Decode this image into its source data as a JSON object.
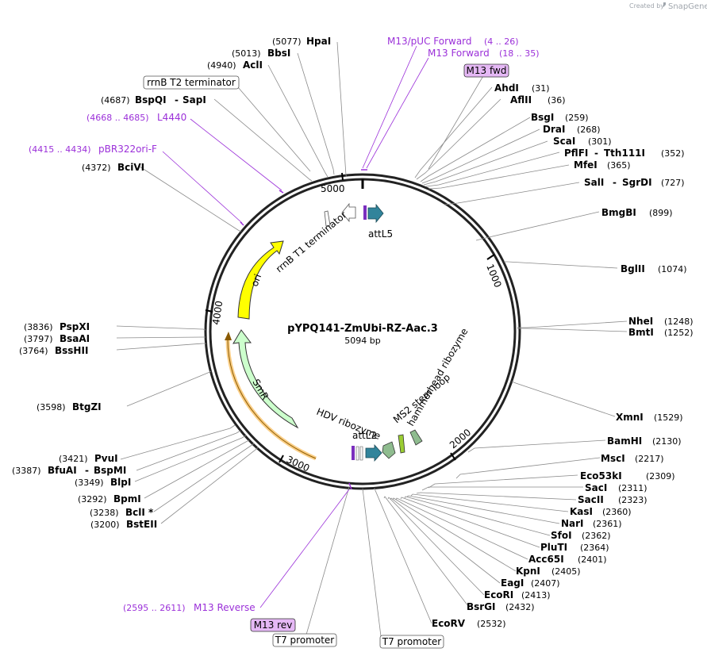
{
  "credit": {
    "created_by": "Created by",
    "brand": "SnapGene"
  },
  "plasmid": {
    "name": "pYPQ141-ZmUbi-RZ-Aac.3",
    "length_label": "5094 bp"
  },
  "ticks": [
    "1000",
    "2000",
    "3000",
    "4000",
    "5000"
  ],
  "enzymes": [
    {
      "name": "HpaI",
      "pos": "(5077)"
    },
    {
      "name": "BbsI",
      "pos": "(5013)"
    },
    {
      "name": "AclI",
      "pos": "(4940)"
    },
    {
      "name": "BspQI",
      "name2": "SapI",
      "pos": "(4687)"
    },
    {
      "name": "BciVI",
      "pos": "(4372)"
    },
    {
      "name": "AhdI",
      "pos": "(31)"
    },
    {
      "name": "AflII",
      "pos": "(36)"
    },
    {
      "name": "BsgI",
      "pos": "(259)"
    },
    {
      "name": "DraI",
      "pos": "(268)"
    },
    {
      "name": "ScaI",
      "pos": "(301)"
    },
    {
      "name": "PflFI",
      "name2": "Tth111I",
      "pos": "(352)"
    },
    {
      "name": "MfeI",
      "pos": "(365)"
    },
    {
      "name": "SalI",
      "name2": "SgrDI",
      "pos": "(727)"
    },
    {
      "name": "BmgBI",
      "pos": "(899)"
    },
    {
      "name": "BglII",
      "pos": "(1074)"
    },
    {
      "name": "NheI",
      "pos": "(1248)"
    },
    {
      "name": "BmtI",
      "pos": "(1252)"
    },
    {
      "name": "XmnI",
      "pos": "(1529)"
    },
    {
      "name": "BamHI",
      "pos": "(2130)"
    },
    {
      "name": "MscI",
      "pos": "(2217)"
    },
    {
      "name": "Eco53kI",
      "pos": "(2309)"
    },
    {
      "name": "SacI",
      "pos": "(2311)"
    },
    {
      "name": "SacII",
      "pos": "(2323)"
    },
    {
      "name": "KasI",
      "pos": "(2360)"
    },
    {
      "name": "NarI",
      "pos": "(2361)"
    },
    {
      "name": "SfoI",
      "pos": "(2362)"
    },
    {
      "name": "PluTI",
      "pos": "(2364)"
    },
    {
      "name": "Acc65I",
      "pos": "(2401)"
    },
    {
      "name": "KpnI",
      "pos": "(2405)"
    },
    {
      "name": "EagI",
      "pos": "(2407)"
    },
    {
      "name": "EcoRI",
      "pos": "(2413)"
    },
    {
      "name": "BsrGI",
      "pos": "(2432)"
    },
    {
      "name": "EcoRV",
      "pos": "(2532)"
    },
    {
      "name": "PspXI",
      "pos": "(3836)"
    },
    {
      "name": "BsaAI",
      "pos": "(3797)"
    },
    {
      "name": "BssHII",
      "pos": "(3764)"
    },
    {
      "name": "BtgZI",
      "pos": "(3598)"
    },
    {
      "name": "PvuI",
      "pos": "(3421)"
    },
    {
      "name": "BfuAI",
      "name2": "BspMI",
      "pos": "(3387)"
    },
    {
      "name": "BlpI",
      "pos": "(3349)"
    },
    {
      "name": "BpmI",
      "pos": "(3292)"
    },
    {
      "name": "BclI *",
      "pos": "(3238)"
    },
    {
      "name": "BstEII",
      "pos": "(3200)"
    }
  ],
  "primers": [
    {
      "name": "M13/pUC Forward",
      "range": "(4 .. 26)"
    },
    {
      "name": "M13 Forward",
      "range": "(18 .. 35)"
    },
    {
      "name": "L4440",
      "range": "(4668 .. 4685)"
    },
    {
      "name": "pBR322ori-F",
      "range": "(4415 .. 4434)"
    },
    {
      "name": "M13 Reverse",
      "range": "(2595 .. 2611)"
    }
  ],
  "boxed_labels": {
    "m13_fwd": "M13 fwd",
    "m13_rev": "M13 rev",
    "rrnb_t2": "rrnB T2 terminator",
    "t7_left": "T7 promoter",
    "t7_right": "T7 promoter"
  },
  "features": {
    "rrnb_t1": "rrnB T1 terminator",
    "attl5": "attL5",
    "ori": "ori",
    "smr": "SmR",
    "hdv": "HDV ribozyme",
    "attl2": "attL2",
    "ms2": "MS2 stem loop",
    "hammerhead": "hammerhead ribozyme"
  },
  "colors": {
    "ori": "#ffff00",
    "smr": "#ccffcc",
    "attl": "#31849b",
    "primer": "#9b30d9",
    "primer_box": "#e5b8f5",
    "ms2": "#9acd32",
    "ribozyme": "#8fbc8f",
    "orange_arc": "#f5a623"
  }
}
